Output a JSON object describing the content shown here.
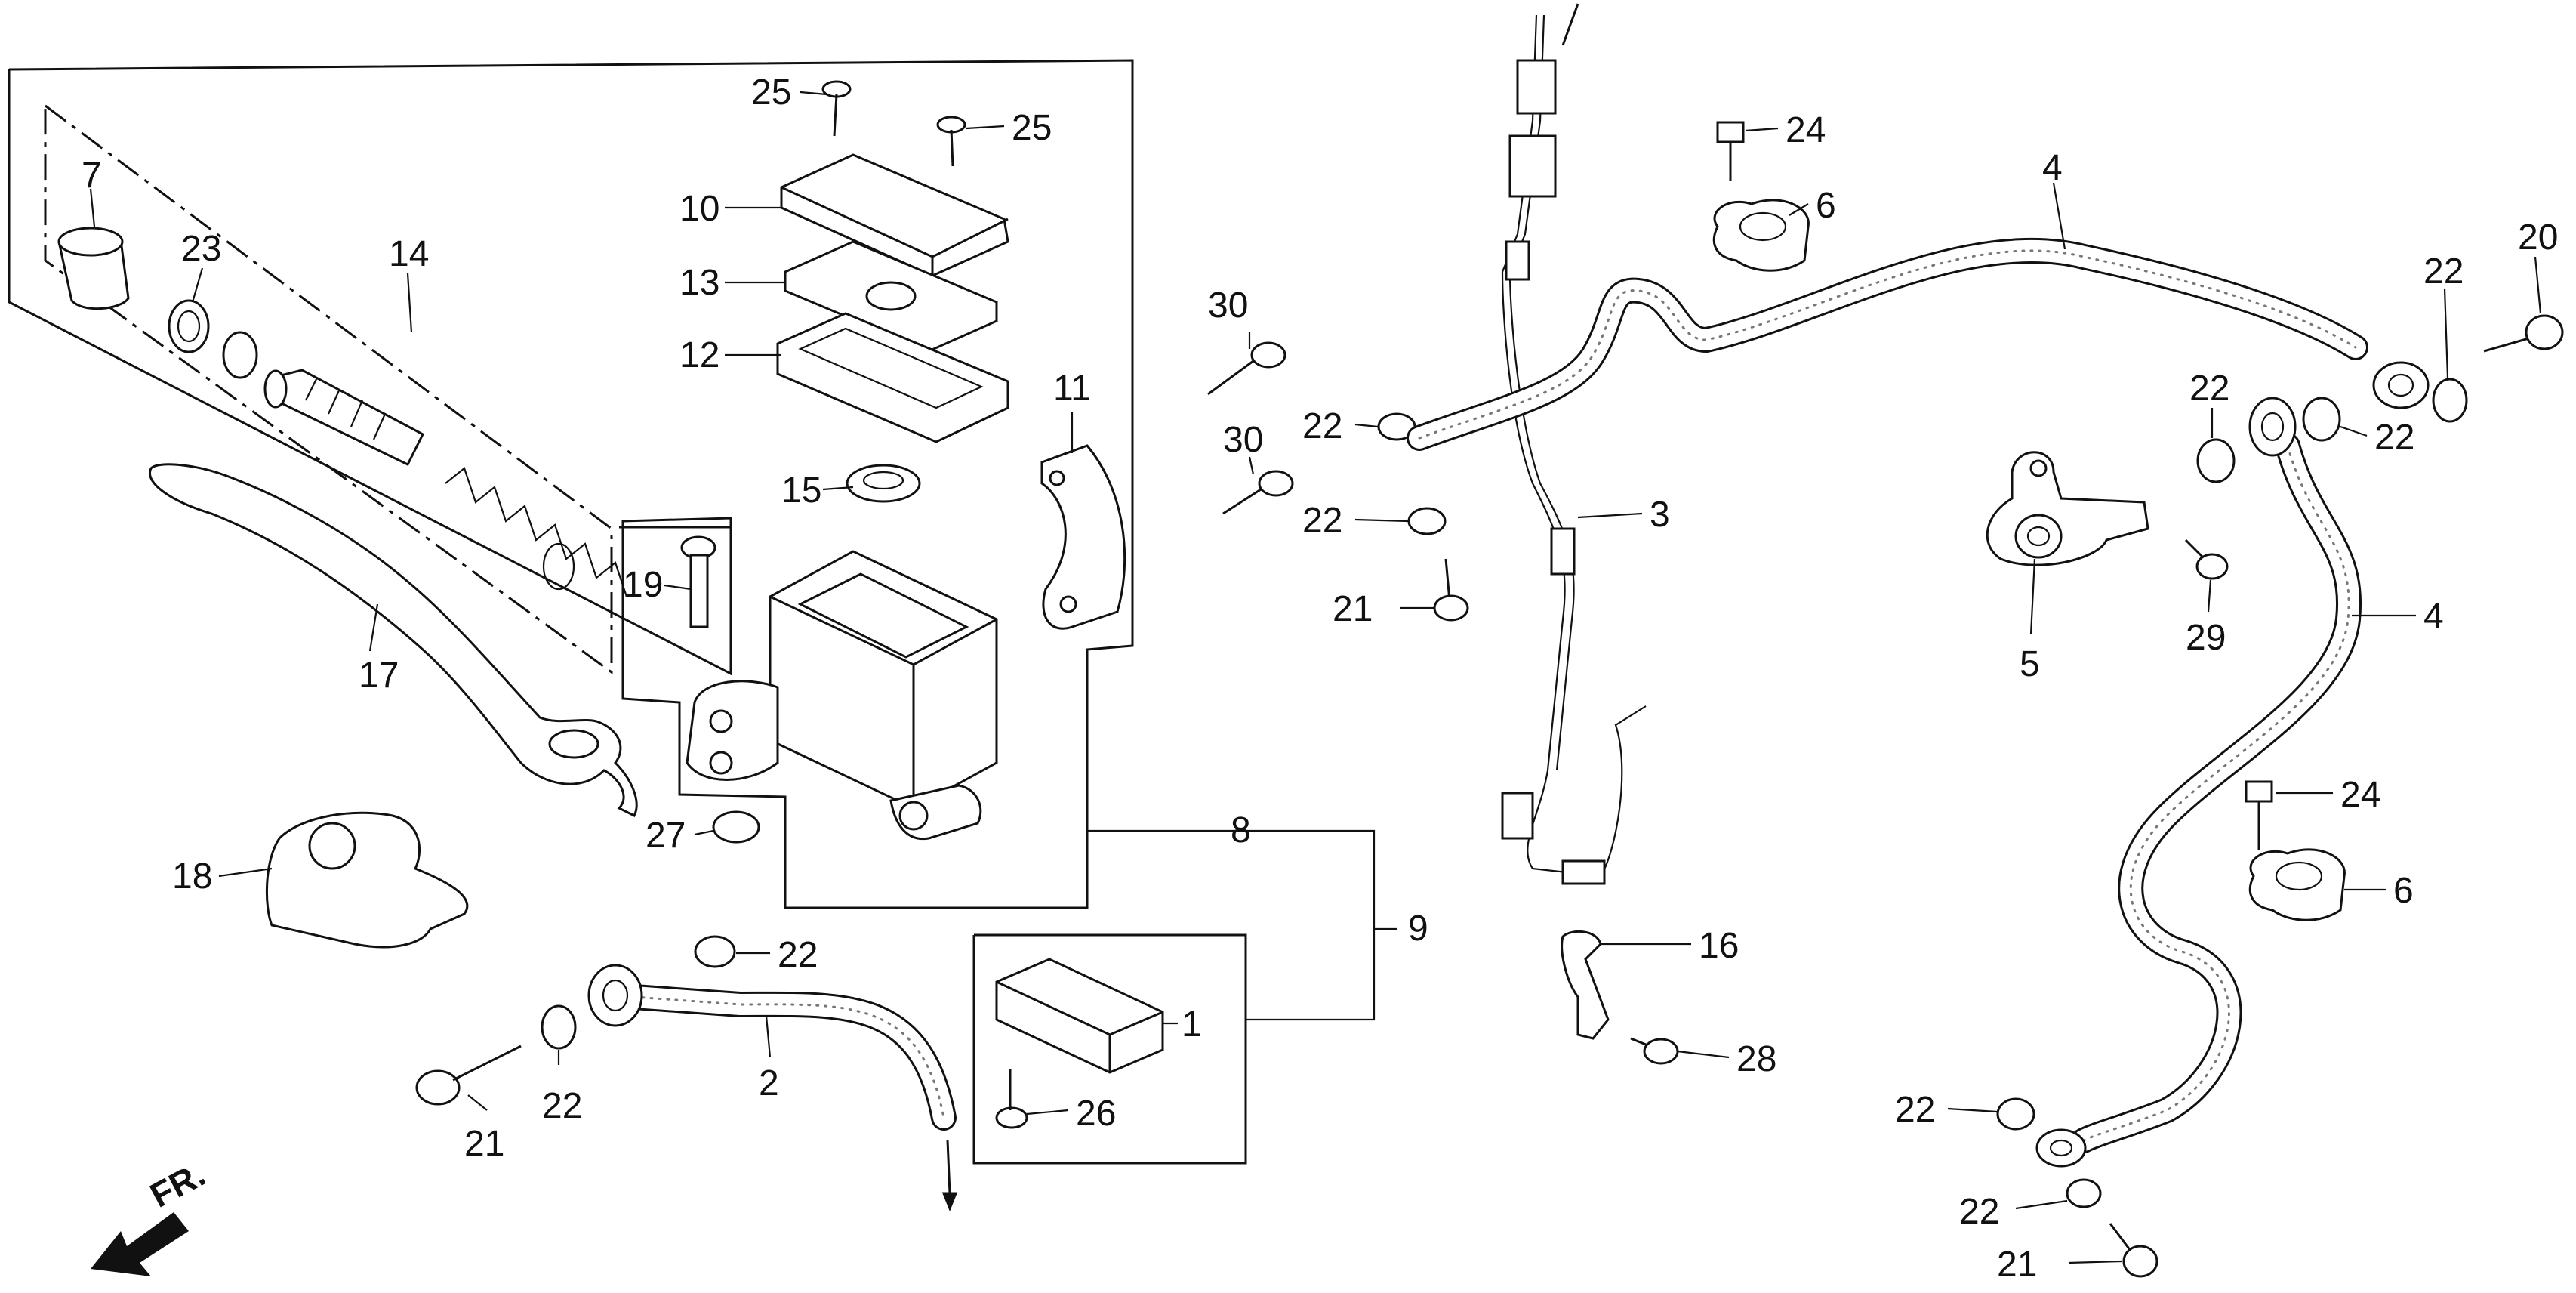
{
  "diagram": {
    "direction_label": "FR.",
    "callouts": [
      {
        "id": "c7",
        "label": "7"
      },
      {
        "id": "c23",
        "label": "23"
      },
      {
        "id": "c14",
        "label": "14"
      },
      {
        "id": "c17",
        "label": "17"
      },
      {
        "id": "c18",
        "label": "18"
      },
      {
        "id": "c19",
        "label": "19"
      },
      {
        "id": "c25a",
        "label": "25"
      },
      {
        "id": "c25b",
        "label": "25"
      },
      {
        "id": "c10",
        "label": "10"
      },
      {
        "id": "c13",
        "label": "13"
      },
      {
        "id": "c12",
        "label": "12"
      },
      {
        "id": "c11",
        "label": "11"
      },
      {
        "id": "c15",
        "label": "15"
      },
      {
        "id": "c27",
        "label": "27"
      },
      {
        "id": "c8",
        "label": "8"
      },
      {
        "id": "c9",
        "label": "9"
      },
      {
        "id": "c22a",
        "label": "22"
      },
      {
        "id": "c22b",
        "label": "22"
      },
      {
        "id": "c21a",
        "label": "21"
      },
      {
        "id": "c2",
        "label": "2"
      },
      {
        "id": "c1",
        "label": "1"
      },
      {
        "id": "c26",
        "label": "26"
      },
      {
        "id": "c30a",
        "label": "30"
      },
      {
        "id": "c30b",
        "label": "30"
      },
      {
        "id": "c22c",
        "label": "22"
      },
      {
        "id": "c22d",
        "label": "22"
      },
      {
        "id": "c21b",
        "label": "21"
      },
      {
        "id": "c3",
        "label": "3"
      },
      {
        "id": "c16",
        "label": "16"
      },
      {
        "id": "c28",
        "label": "28"
      },
      {
        "id": "c24a",
        "label": "24"
      },
      {
        "id": "c6a",
        "label": "6"
      },
      {
        "id": "c4a",
        "label": "4"
      },
      {
        "id": "c22e",
        "label": "22"
      },
      {
        "id": "c20",
        "label": "20"
      },
      {
        "id": "c22f",
        "label": "22"
      },
      {
        "id": "c22g",
        "label": "22"
      },
      {
        "id": "c5",
        "label": "5"
      },
      {
        "id": "c29",
        "label": "29"
      },
      {
        "id": "c4b",
        "label": "4"
      },
      {
        "id": "c24b",
        "label": "24"
      },
      {
        "id": "c6b",
        "label": "6"
      },
      {
        "id": "c22h",
        "label": "22"
      },
      {
        "id": "c22i",
        "label": "22"
      },
      {
        "id": "c21c",
        "label": "21"
      }
    ]
  }
}
